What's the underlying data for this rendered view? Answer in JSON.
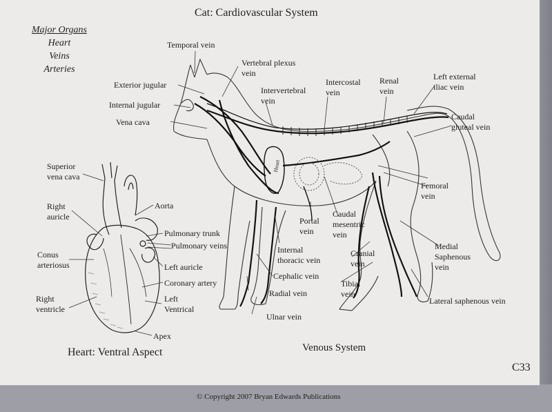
{
  "title": "Cat: Cardiovascular System",
  "major_organs": {
    "heading": "Major Organs",
    "items": [
      "Heart",
      "Veins",
      "Arteries"
    ]
  },
  "cat_labels": {
    "temporal_vein": "Temporal vein",
    "vertebral_plexus_vein": "Vertebral plexus\nvein",
    "exterior_jugular": "Exterior jugular",
    "internal_jugular": "Internal jugular",
    "vena_cava": "Vena cava",
    "intervertebral_vein": "Intervertebral\nvein",
    "intercostal_vein": "Intercostal\nvein",
    "renal_vein": "Renal\nvein",
    "left_external_iliac_vein": "Left external\niliac vein",
    "caudal_gluteal_vein": "Caudal\ngluteal vein",
    "femoral_vein": "Femoral\nvein",
    "caudal_mesentric_vein": "Caudal\nmesentric\nvein",
    "portal_vein": "Portal\nvein",
    "internal_thoracic_vein": "Internal\nthoracic vein",
    "cephalic_vein": "Cephalic vein",
    "radial_vein": "Radial vein",
    "ulnar_vein": "Ulnar vein",
    "cranial_vein": "Cranial\nvein",
    "tibial_vein": "Tibial\nvein",
    "medial_saphenous_vein": "Medial\nSaphenous\nvein",
    "lateral_saphenous_vein": "Lateral saphenous vein",
    "heart_inset_text": "Heart"
  },
  "heart_labels": {
    "superior_vena_cava": "Superior\nvena cava",
    "right_auricle": "Right\nauricle",
    "aorta": "Aorta",
    "pulmonary_trunk": "Pulmonary trunk",
    "pulmonary_veins": "Pulmonary veins",
    "conus_arteriosus": "Conus\narteriosus",
    "left_auricle": "Left auricle",
    "coronary_artery": "Coronary artery",
    "right_ventricle": "Right\nventricle",
    "left_ventrical": "Left\nVentrical",
    "apex": "Apex"
  },
  "captions": {
    "heart": "Heart: Ventral Aspect",
    "venous": "Venous System",
    "card_code": "C33"
  },
  "copyright": "© Copyright 2007 Bryan Edwards Publications"
}
